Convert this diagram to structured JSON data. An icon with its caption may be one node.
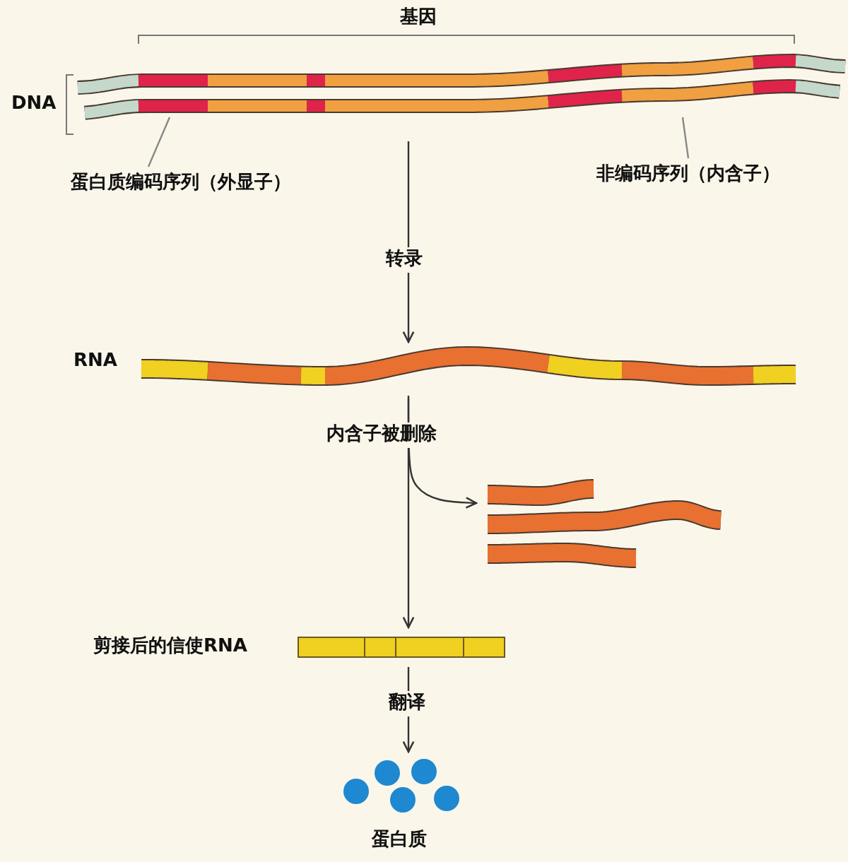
{
  "diagram": {
    "nodes": [
      {
        "text": [
          "DNA"
        ]
      },
      {
        "text": [
          "RNA"
        ]
      },
      {
        "text": [],
        "shape": "bar"
      },
      {
        "text": [
          "剪接后的信使RNA"
        ]
      },
      {
        "text": [
          "蛋白质"
        ]
      },
      {
        "text": [
          "蛋白质编码序列（外显子）"
        ]
      },
      {
        "text": [
          "非编码序列（内含子）"
        ]
      }
    ],
    "edges": [
      {
        "from": 0,
        "to": 1,
        "arrow": "to",
        "label": "转录"
      },
      {
        "from": 1,
        "to": 3,
        "arrow": "to",
        "label": "内含子被删除"
      },
      {
        "from": 1,
        "to": 2,
        "arrow": "to"
      },
      {
        "from": 3,
        "to": 4,
        "arrow": "to",
        "label": "翻译"
      },
      {
        "from": 5,
        "to": 0,
        "arrow": "none"
      },
      {
        "from": 6,
        "to": 0,
        "arrow": "none"
      }
    ],
    "labels": [
      "基因"
    ]
  }
}
